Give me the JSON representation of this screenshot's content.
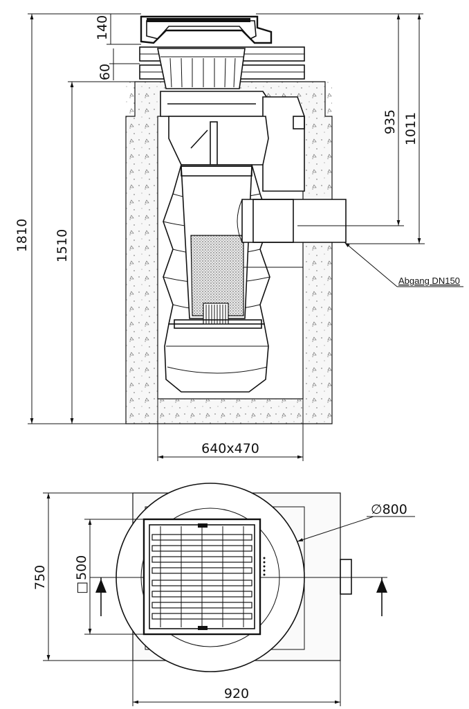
{
  "section_view": {
    "dims": {
      "d140": "140",
      "d60": "60",
      "d1810": "1810",
      "d1510": "1510",
      "d935": "935",
      "d1011": "1011",
      "d640x470": "640x470"
    },
    "outlet_label": "Abgang DN150"
  },
  "plan_view": {
    "dims": {
      "d750": "750",
      "d500": "500",
      "d800": "800",
      "d920": "920"
    },
    "diameter_symbol": "∅",
    "square_symbol": "□"
  }
}
